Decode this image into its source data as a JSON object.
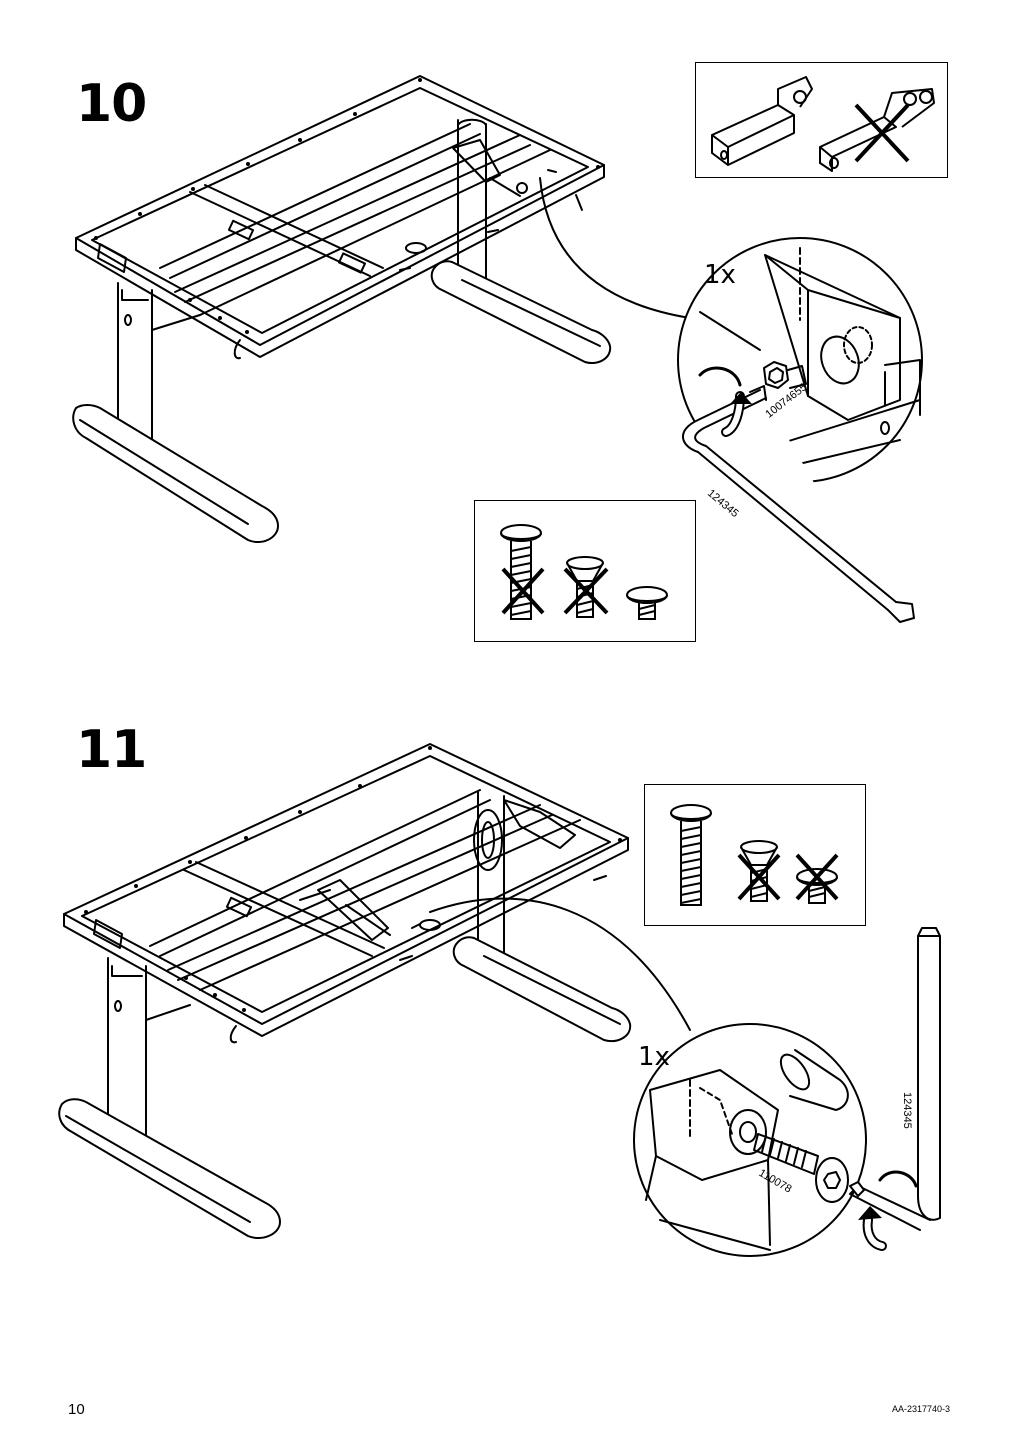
{
  "page": {
    "number": "10",
    "doc_code": "AA-2317740-3"
  },
  "steps": [
    {
      "number": "10",
      "quantity": "1x",
      "screw_part": "10074655",
      "key_part": "124345"
    },
    {
      "number": "11",
      "quantity": "1x",
      "screw_part": "110078",
      "key_part": "124345"
    }
  ],
  "colors": {
    "ink": "#000000",
    "paper": "#ffffff",
    "wood_outline": "#000000"
  },
  "icons": {
    "hex_key": "allen-key-icon",
    "rotate": "rotate-arrow-icon",
    "wrong": "cross-mark-icon"
  }
}
